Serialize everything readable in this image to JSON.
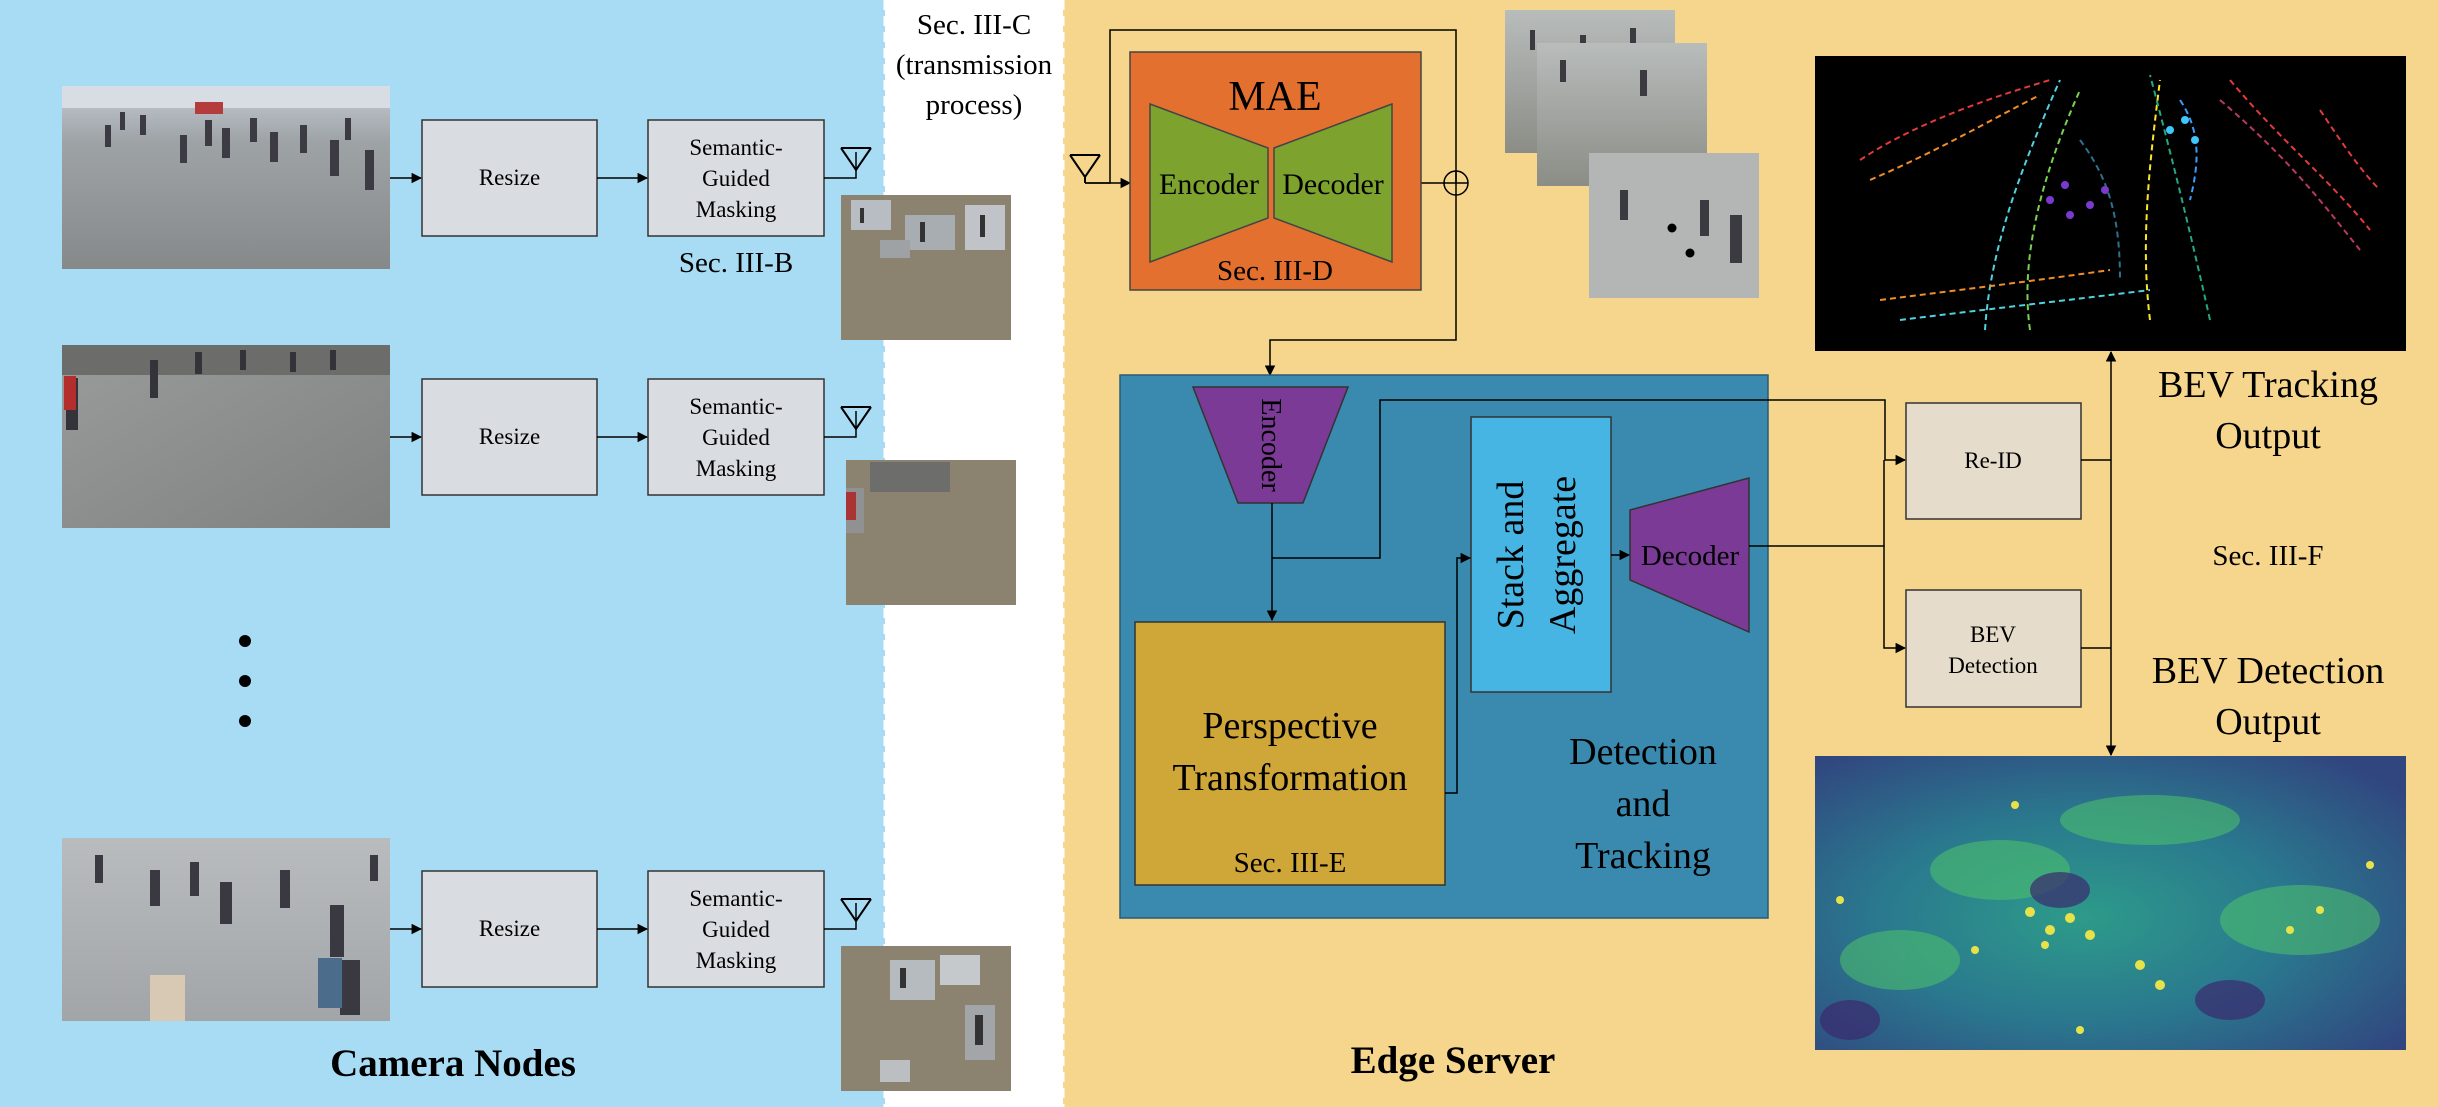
{
  "camera_nodes": {
    "title": "Camera Nodes",
    "resize_label": "Resize",
    "masking_label": [
      "Semantic-",
      "Guided",
      "Masking"
    ],
    "section_label": "Sec. III-B"
  },
  "transmission": {
    "label": [
      "Sec. III-C",
      "(transmission",
      "process)"
    ]
  },
  "edge_server": {
    "title": "Edge Server",
    "mae": {
      "title": "MAE",
      "encoder": "Encoder",
      "decoder": "Decoder",
      "section_label": "Sec. III-D"
    },
    "detection_tracking": {
      "encoder": "Encoder",
      "stack_aggregate": [
        "Stack and",
        "Aggregate"
      ],
      "decoder": "Decoder",
      "perspective": [
        "Perspective",
        "Transformation"
      ],
      "perspective_section": "Sec. III-E",
      "label": [
        "Detection",
        "and",
        "Tracking"
      ]
    },
    "reid": "Re-ID",
    "bev_detection": [
      "BEV",
      "Detection"
    ],
    "bev_tracking_output": [
      "BEV Tracking",
      "Output"
    ],
    "bev_detection_output": [
      "BEV Detection",
      "Output"
    ],
    "section_f": "Sec. III-F"
  },
  "colors": {
    "camera_bg": "#a8dcf5",
    "server_bg": "#f5d68c",
    "mae_box": "#e3702f",
    "trapezoid_green": "#7da32e",
    "det_box": "#3a8ab0",
    "purple": "#7a3a95",
    "stack_box": "#47b5e3",
    "perspective_box": "#cfa638",
    "gray_box": "#d9dde2",
    "beige_box": "#e6dccb"
  }
}
